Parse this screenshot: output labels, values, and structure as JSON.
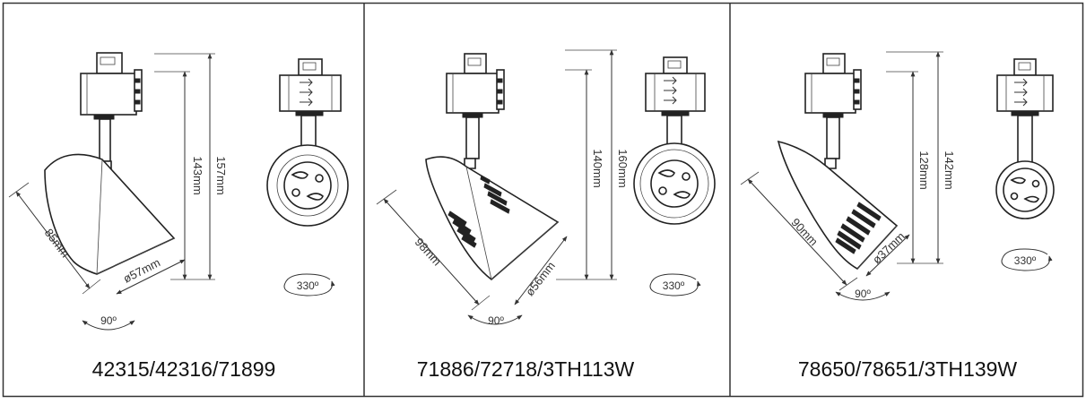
{
  "colors": {
    "line": "#222222",
    "frame": "#333333",
    "background": "#ffffff"
  },
  "panels": [
    {
      "model": "42315/42316/71899",
      "length": "85mm",
      "diameter": "ø57mm",
      "height_inner": "143mm",
      "height_outer": "157mm",
      "tilt": "90º",
      "rotation": "330º"
    },
    {
      "model": "71886/72718/3TH113W",
      "length": "98mm",
      "diameter": "ø56mm",
      "height_inner": "140mm",
      "height_outer": "160mm",
      "tilt": "90º",
      "rotation": "330º"
    },
    {
      "model": "78650/78651/3TH139W",
      "length": "90mm",
      "diameter": "ø37mm",
      "height_inner": "128mm",
      "height_outer": "142mm",
      "tilt": "90º",
      "rotation": "330º"
    }
  ]
}
